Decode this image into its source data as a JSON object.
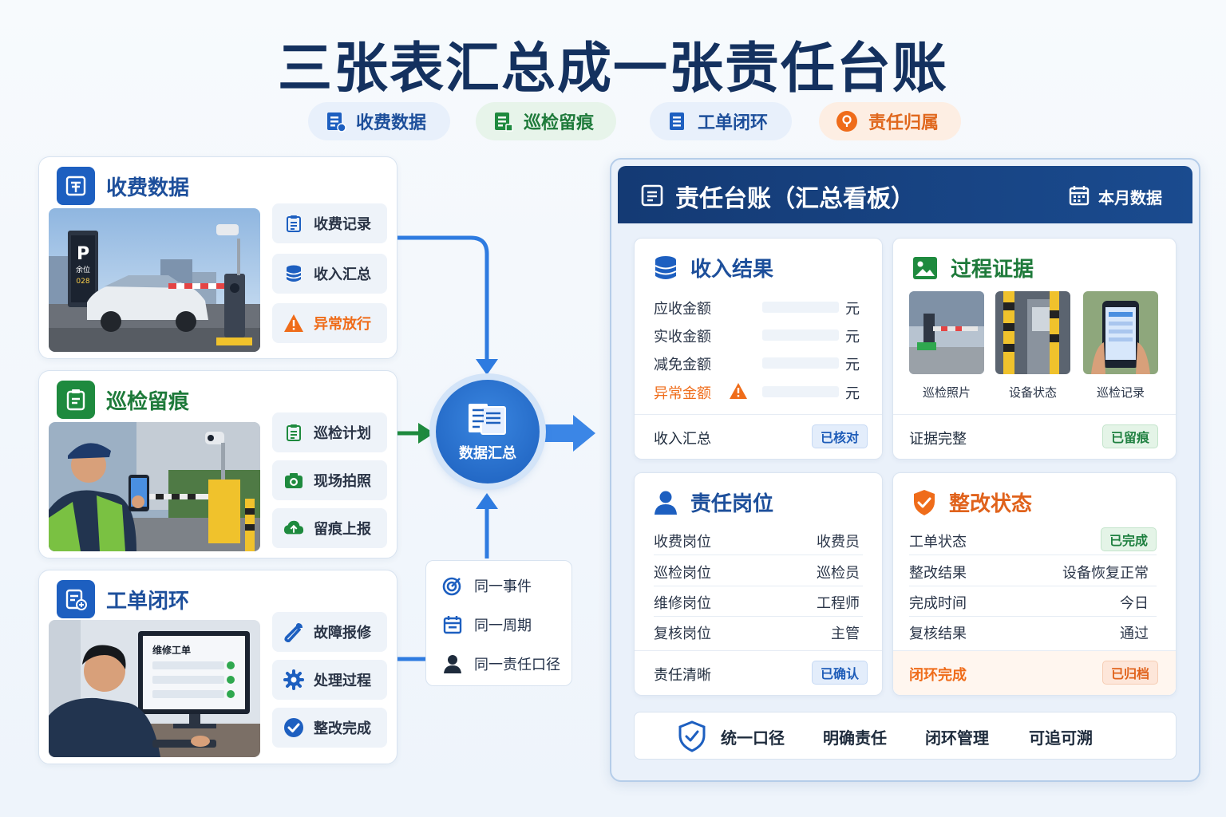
{
  "title": "三张表汇总成一张责任台账",
  "pills": [
    {
      "label": "收费数据",
      "icon": "billing-doc-icon"
    },
    {
      "label": "巡检留痕",
      "icon": "inspection-doc-icon"
    },
    {
      "label": "工单闭环",
      "icon": "workorder-doc-icon"
    },
    {
      "label": "责任归属",
      "icon": "location-pin-icon"
    }
  ],
  "sources": {
    "billing": {
      "title": "收费数据",
      "parking_sign": {
        "letter": "P",
        "label": "余位",
        "number": "028"
      },
      "items": [
        "收费记录",
        "收入汇总",
        "异常放行"
      ]
    },
    "inspection": {
      "title": "巡检留痕",
      "items": [
        "巡检计划",
        "现场拍照",
        "留痕上报"
      ]
    },
    "workorder": {
      "title": "工单闭环",
      "screen_title": "维修工单",
      "items": [
        "故障报修",
        "处理过程",
        "整改完成"
      ]
    }
  },
  "hub": {
    "label": "数据汇总"
  },
  "criteria": [
    "同一事件",
    "同一周期",
    "同一责任口径"
  ],
  "dashboard": {
    "title": "责任台账（汇总看板）",
    "period": "本月数据",
    "income": {
      "title": "收入结果",
      "rows": [
        {
          "label": "应收金额",
          "unit": "元"
        },
        {
          "label": "实收金额",
          "unit": "元"
        },
        {
          "label": "减免金额",
          "unit": "元"
        },
        {
          "label": "异常金额",
          "unit": "元"
        }
      ],
      "footer": "收入汇总",
      "tag": "已核对"
    },
    "evidence": {
      "title": "过程证据",
      "photos": [
        "巡检照片",
        "设备状态",
        "巡检记录"
      ],
      "footer": "证据完整",
      "tag": "已留痕"
    },
    "roles": {
      "title": "责任岗位",
      "rows": [
        {
          "label": "收费岗位",
          "value": "收费员"
        },
        {
          "label": "巡检岗位",
          "value": "巡检员"
        },
        {
          "label": "维修岗位",
          "value": "工程师"
        },
        {
          "label": "复核岗位",
          "value": "主管"
        }
      ],
      "footer": "责任清晰",
      "tag": "已确认"
    },
    "rectify": {
      "title": "整改状态",
      "rows": [
        {
          "label": "工单状态",
          "value": "已完成"
        },
        {
          "label": "整改结果",
          "value": "设备恢复正常"
        },
        {
          "label": "完成时间",
          "value": "今日"
        },
        {
          "label": "复核结果",
          "value": "通过"
        }
      ],
      "footer": "闭环完成",
      "tag": "已归档"
    },
    "summary": [
      "统一口径",
      "明确责任",
      "闭环管理",
      "可追可溯"
    ]
  },
  "colors": {
    "navy": "#14315f",
    "blue": "#1d5fc0",
    "green": "#1e8a3e",
    "orange": "#ef6c1a"
  }
}
